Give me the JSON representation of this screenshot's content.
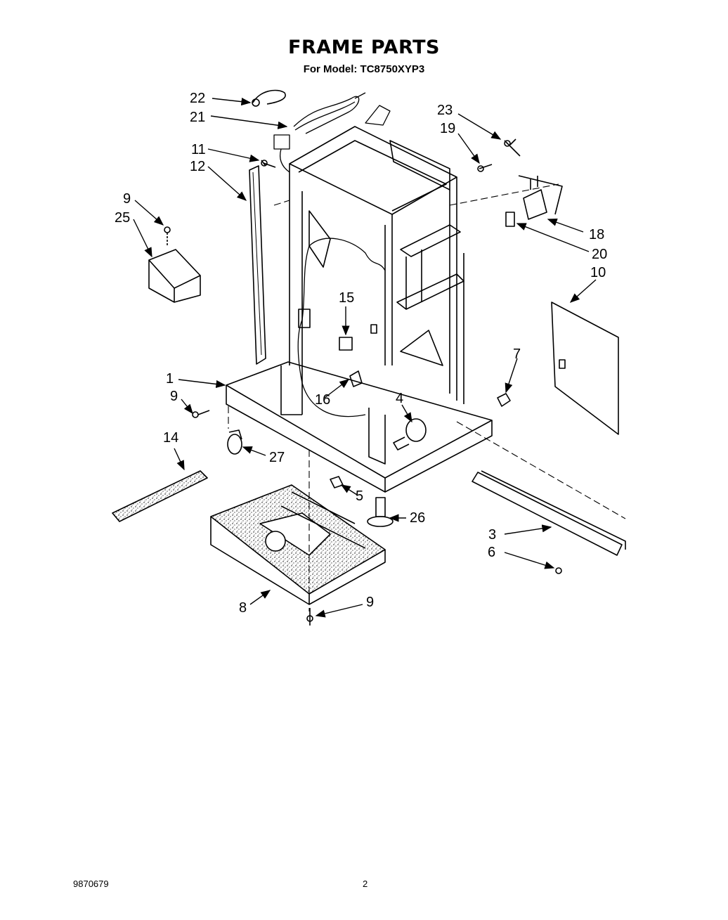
{
  "header": {
    "title": "FRAME PARTS",
    "subtitle": "For Model: TC8750XYP3"
  },
  "footer": {
    "doc_number": "9870679",
    "page_number": "2"
  },
  "callouts": [
    {
      "id": "c22",
      "label": "22"
    },
    {
      "id": "c21",
      "label": "21"
    },
    {
      "id": "c11",
      "label": "11"
    },
    {
      "id": "c12",
      "label": "12"
    },
    {
      "id": "c9a",
      "label": "9"
    },
    {
      "id": "c25",
      "label": "25"
    },
    {
      "id": "c23",
      "label": "23"
    },
    {
      "id": "c19",
      "label": "19"
    },
    {
      "id": "c18",
      "label": "18"
    },
    {
      "id": "c20",
      "label": "20"
    },
    {
      "id": "c10",
      "label": "10"
    },
    {
      "id": "c15",
      "label": "15"
    },
    {
      "id": "c1",
      "label": "1"
    },
    {
      "id": "c9b",
      "label": "9"
    },
    {
      "id": "c16",
      "label": "16"
    },
    {
      "id": "c4",
      "label": "4"
    },
    {
      "id": "c7",
      "label": "7"
    },
    {
      "id": "c14",
      "label": "14"
    },
    {
      "id": "c27",
      "label": "27"
    },
    {
      "id": "c5",
      "label": "5"
    },
    {
      "id": "c26",
      "label": "26"
    },
    {
      "id": "c3",
      "label": "3"
    },
    {
      "id": "c6",
      "label": "6"
    },
    {
      "id": "c8",
      "label": "8"
    },
    {
      "id": "c9c",
      "label": "9"
    }
  ]
}
